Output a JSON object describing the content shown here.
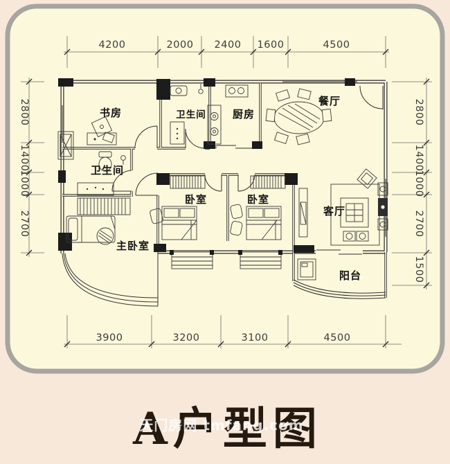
{
  "title": {
    "text": "A户型图"
  },
  "watermark": {
    "text": "天门房网 tmfang.com"
  },
  "plan": {
    "rooms": [
      {
        "id": "study",
        "label": "书房"
      },
      {
        "id": "bathroom-top",
        "label": "卫生间"
      },
      {
        "id": "kitchen",
        "label": "厨房"
      },
      {
        "id": "dining",
        "label": "餐厅"
      },
      {
        "id": "bathroom-left",
        "label": "卫生间"
      },
      {
        "id": "bedroom-1",
        "label": "卧室"
      },
      {
        "id": "bedroom-2",
        "label": "卧室"
      },
      {
        "id": "living-room",
        "label": "客厅"
      },
      {
        "id": "master-bedroom",
        "label": "主卧室"
      },
      {
        "id": "balcony",
        "label": "阳台"
      }
    ],
    "dimensions": {
      "top": [
        "4200",
        "2000",
        "2400",
        "1600",
        "4500"
      ],
      "bottom": [
        "3900",
        "3200",
        "3100",
        "4500"
      ],
      "left": [
        "2800",
        "1400",
        "1000",
        "2700"
      ],
      "right": [
        "2800",
        "1400",
        "1000",
        "2700",
        "1500"
      ]
    }
  },
  "colors": {
    "page_bg": "#F8E8DA",
    "panel_bg": "#FCF8DB",
    "panel_border": "#A7A5A0",
    "wall_line": "#262626",
    "dimension_text": "#3C3C3C",
    "title_text": "#241A10",
    "watermark_text": "#FFFFFF"
  }
}
